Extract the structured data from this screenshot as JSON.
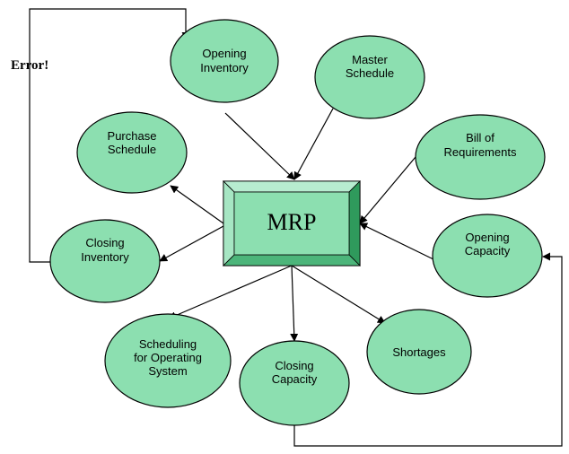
{
  "center": {
    "label": "MRP"
  },
  "nodes": {
    "opening_inventory": [
      "Opening",
      "Inventory"
    ],
    "master_schedule": [
      "Master",
      "Schedule"
    ],
    "purchase_schedule": [
      "Purchase",
      "Schedule"
    ],
    "bill_of_requirements": [
      "Bill of",
      "Requirements"
    ],
    "closing_inventory": [
      "Closing",
      "Inventory"
    ],
    "opening_capacity": [
      "Opening",
      "Capacity"
    ],
    "scheduling": [
      "Scheduling",
      "for Operating",
      "System"
    ],
    "closing_capacity": [
      "Closing",
      "Capacity"
    ],
    "shortages": [
      "Shortages"
    ]
  },
  "annotation": {
    "error": "Error!"
  },
  "colors": {
    "node_fill": "#8cdfb0",
    "node_stroke": "#000000",
    "box_light": "#b7ecd0",
    "box_dark": "#2f9a5c",
    "line": "#000000"
  }
}
